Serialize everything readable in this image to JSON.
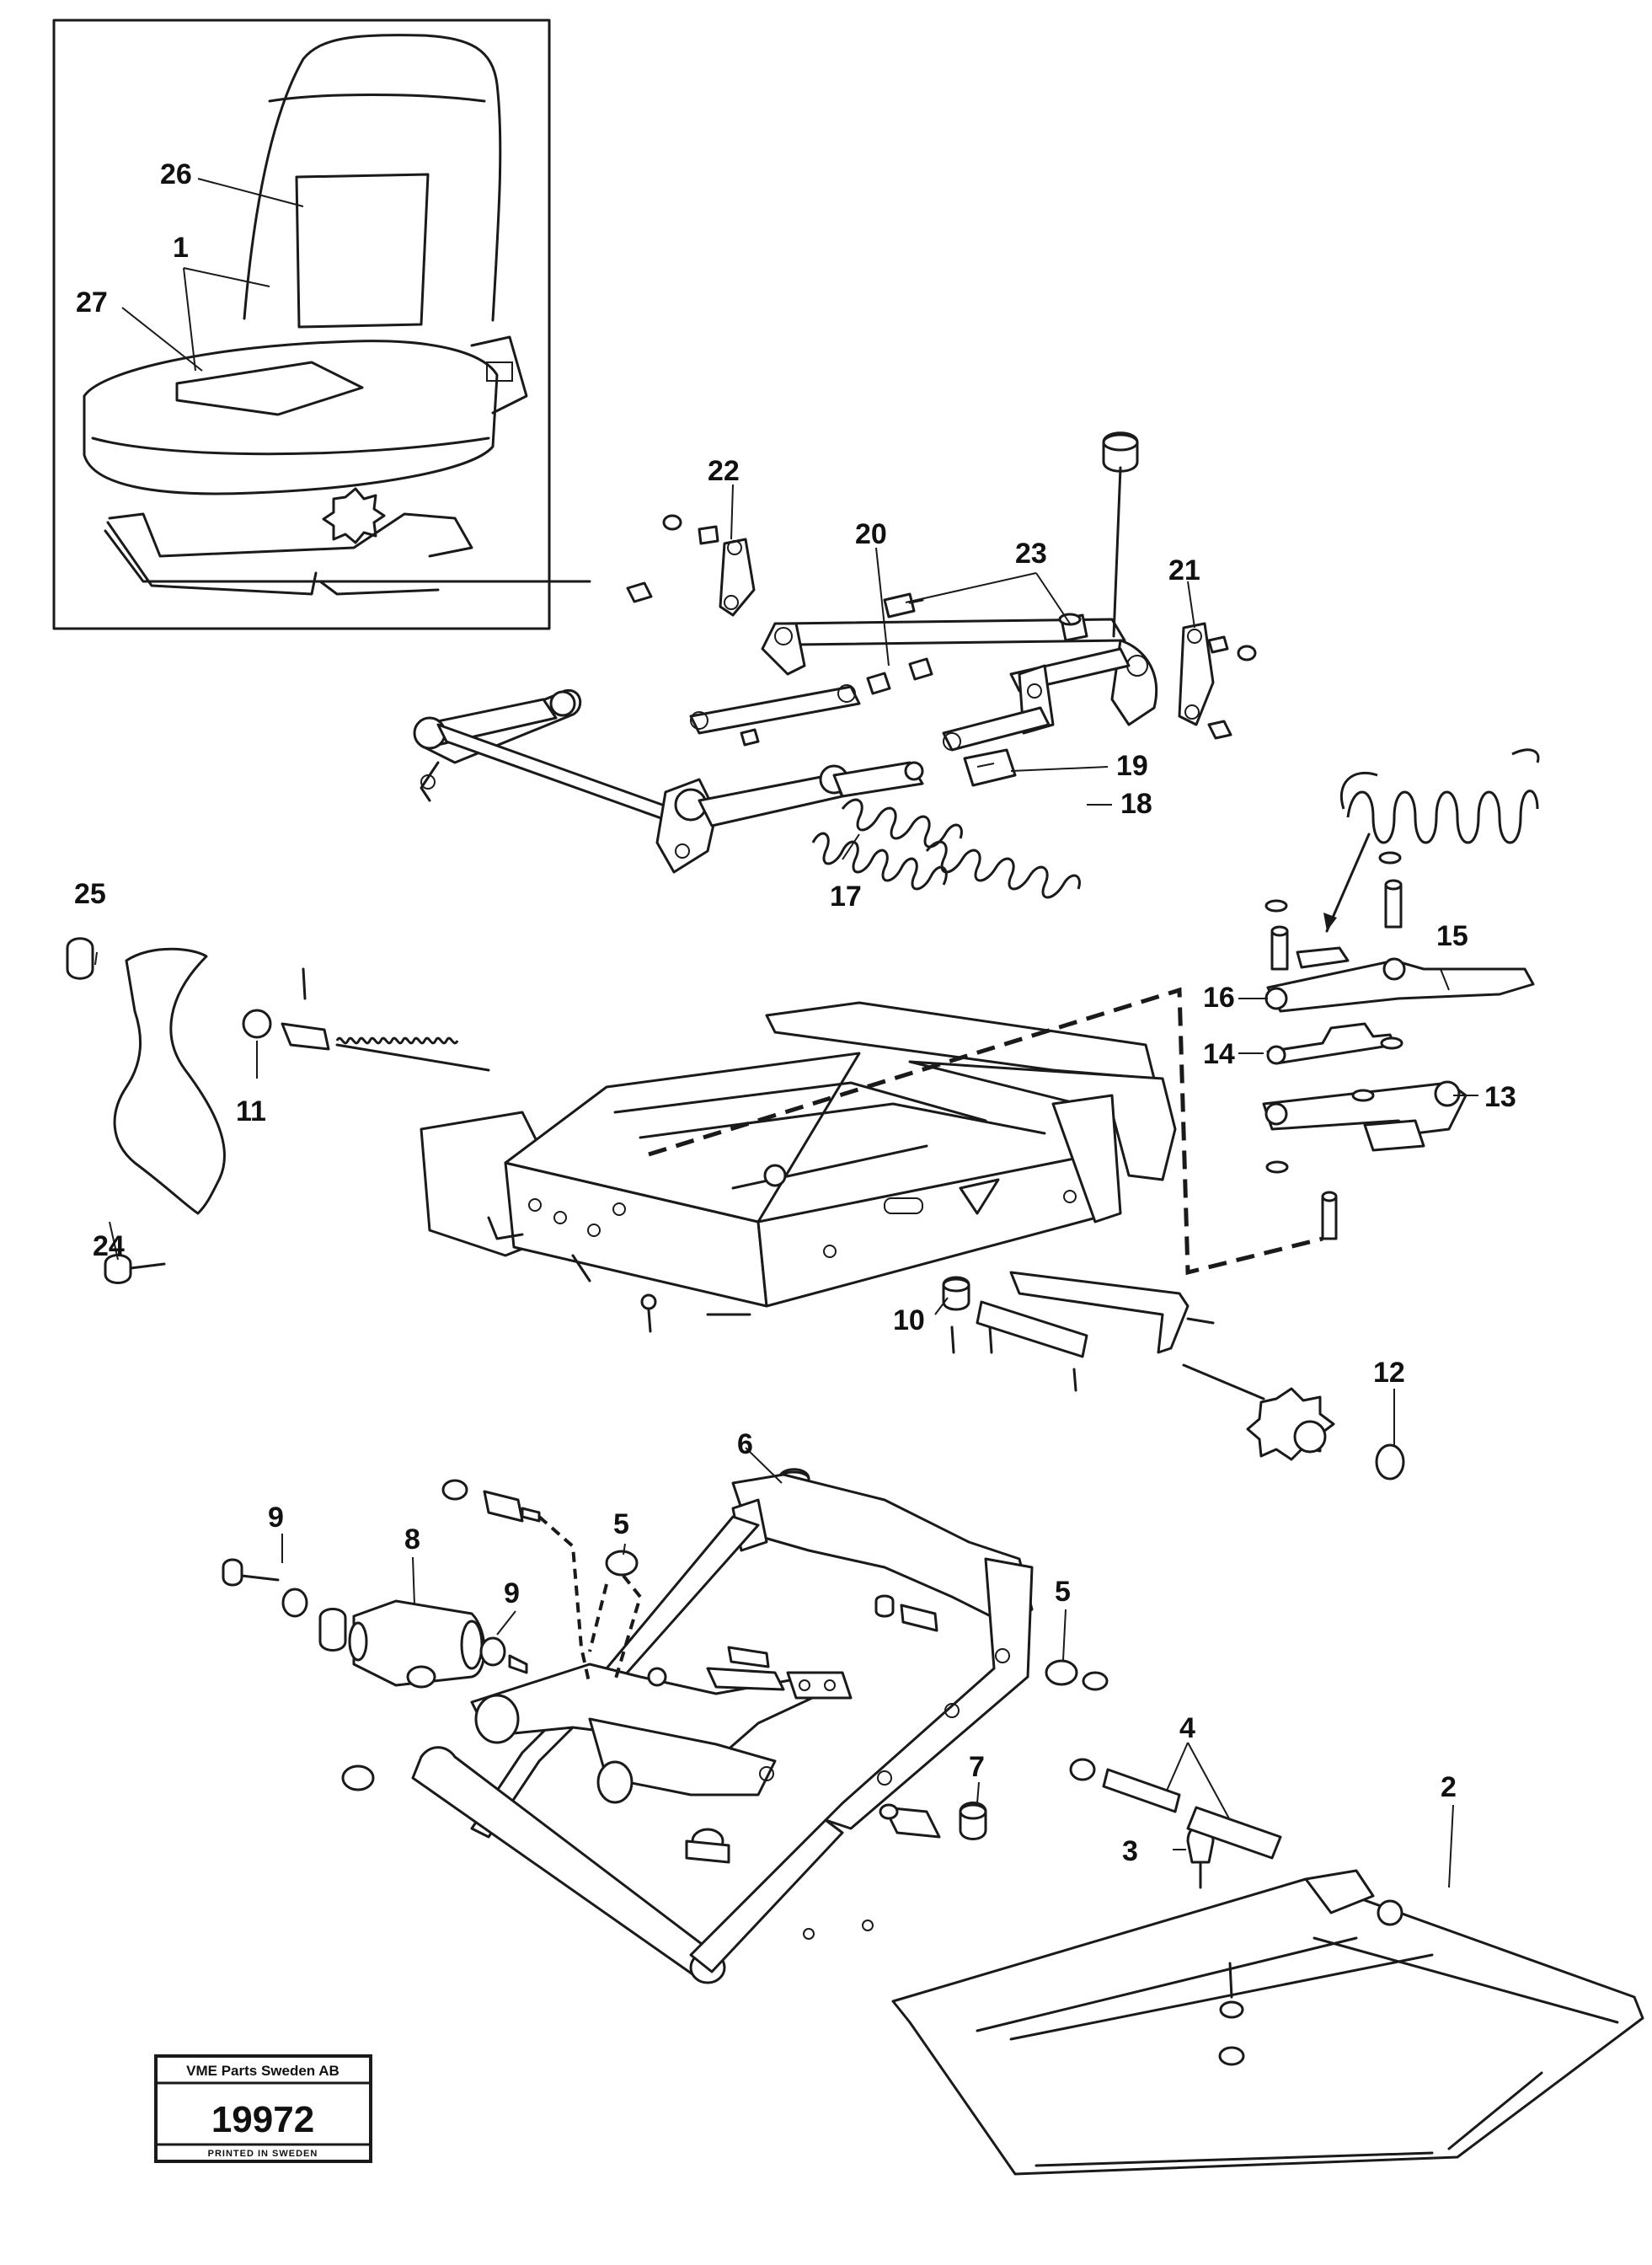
{
  "diagram": {
    "callouts": [
      "1",
      "2",
      "3",
      "4",
      "5",
      "5",
      "6",
      "7",
      "8",
      "9",
      "9",
      "10",
      "11",
      "12",
      "13",
      "14",
      "15",
      "16",
      "17",
      "18",
      "19",
      "20",
      "21",
      "22",
      "23",
      "24",
      "25",
      "26",
      "27"
    ]
  },
  "stamp": {
    "company": "VME Parts Sweden AB",
    "number": "19972",
    "printed": "PRINTED IN SWEDEN"
  }
}
